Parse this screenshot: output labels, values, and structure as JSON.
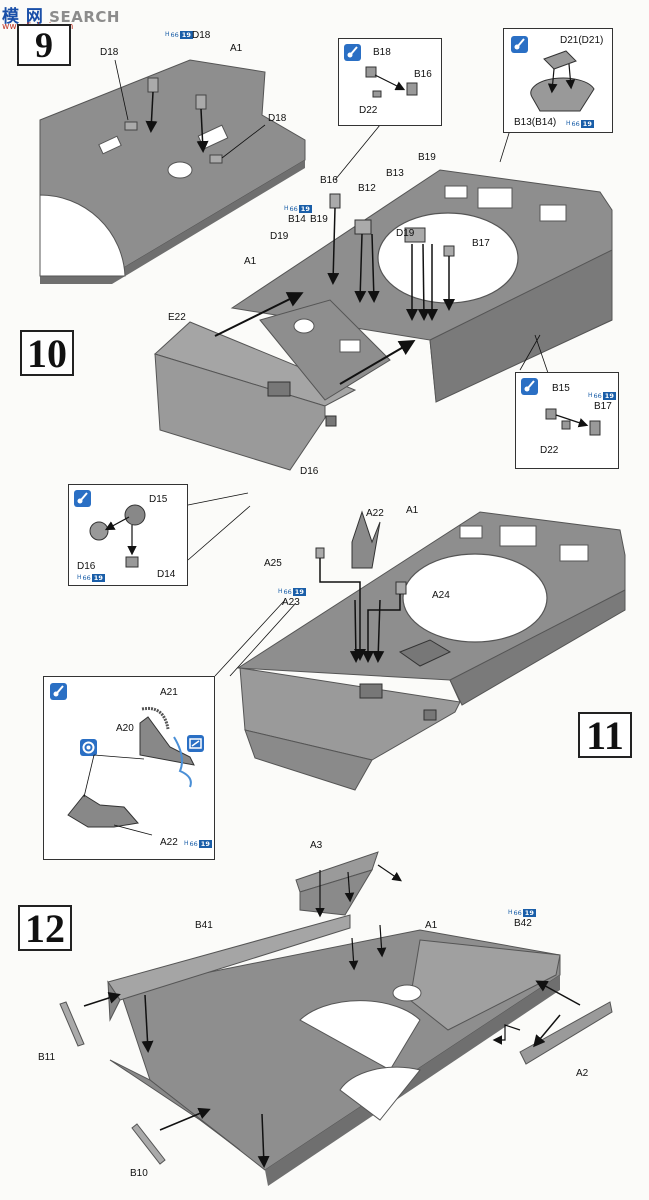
{
  "watermark": {
    "site": "SEARCH",
    "url": "www.5ahui.com"
  },
  "steps": {
    "s9": "9",
    "s10": "10",
    "s11": "11",
    "s12": "12"
  },
  "part_ref": {
    "h": "H",
    "num": "66",
    "badge": "19"
  },
  "labels": {
    "s9": {
      "d18a": "D18",
      "d18b": "D18",
      "d18c": "D18",
      "a1": "A1"
    },
    "s10": {
      "b18": "B18",
      "b16_inset": "B16",
      "d22a": "D22",
      "d21": "D21(D21)",
      "b13b14": "B13(B14)",
      "b16": "B16",
      "b12": "B12",
      "b13": "B13",
      "b19a": "B19",
      "b14": "B14",
      "b19b": "B19",
      "d19a": "D19",
      "d19b": "D19",
      "b17": "B17",
      "a1": "A1",
      "e22": "E22",
      "d16": "D16",
      "b15": "B15",
      "b17_inset": "B17",
      "d22b": "D22"
    },
    "s11": {
      "d15": "D15",
      "d16": "D16",
      "d14": "D14",
      "a22": "A22",
      "a1": "A1",
      "a25": "A25",
      "a23": "A23",
      "a24": "A24",
      "a21": "A21",
      "a20": "A20",
      "a22b": "A22"
    },
    "s12": {
      "a3": "A3",
      "b41": "B41",
      "a1": "A1",
      "b42": "B42",
      "b11": "B11",
      "a2": "A2",
      "b10": "B10"
    }
  },
  "colors": {
    "plastic": "#8e8e8e",
    "plastic_dark": "#6f6f6f",
    "plastic_light": "#b2b2b2",
    "accent": "#1a5ea8",
    "brass": "#4a8fd6"
  },
  "icons": {
    "glue": "glue-icon",
    "option": "option-icon",
    "photoetch": "photoetch-icon"
  }
}
